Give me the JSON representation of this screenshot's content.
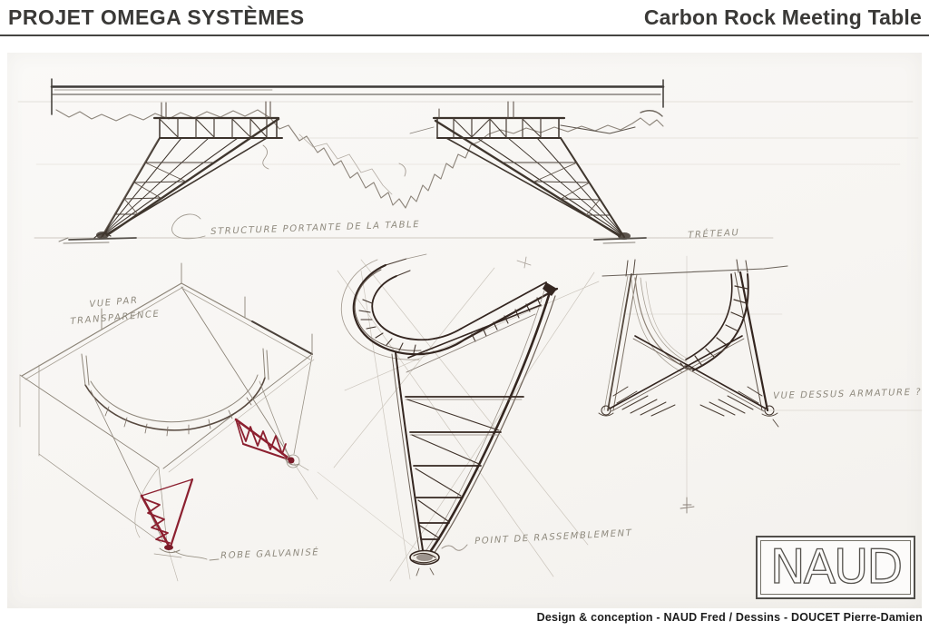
{
  "header": {
    "project_title": "PROJET OMEGA SYSTÈMES",
    "product_title": "Carbon Rock Meeting Table"
  },
  "annotations": {
    "structure": "STRUCTURE PORTANTE DE LA TABLE",
    "treteau": "TRÉTEAU",
    "transparency": "VUE PAR\nTRANSPARENCE",
    "top_view": "VUE DESSUS ARMATURE ?",
    "galvanized": "ROBE GALVANISÉ",
    "gather_point": "POINT DE RASSEMBLEMENT"
  },
  "logo": {
    "text": "NAUD"
  },
  "footer": {
    "credits": "Design & conception - NAUD Fred  /  Dessins - DOUCET Pierre-Damien"
  },
  "palette": {
    "ink": "#342620",
    "pencil": "#8d8579",
    "red_accent": "#8c2030",
    "paper": "#f8f6f3"
  },
  "drawings": [
    {
      "name": "table-elevation"
    },
    {
      "name": "transparency-view"
    },
    {
      "name": "leg-perspective"
    },
    {
      "name": "leg-front-view"
    }
  ]
}
